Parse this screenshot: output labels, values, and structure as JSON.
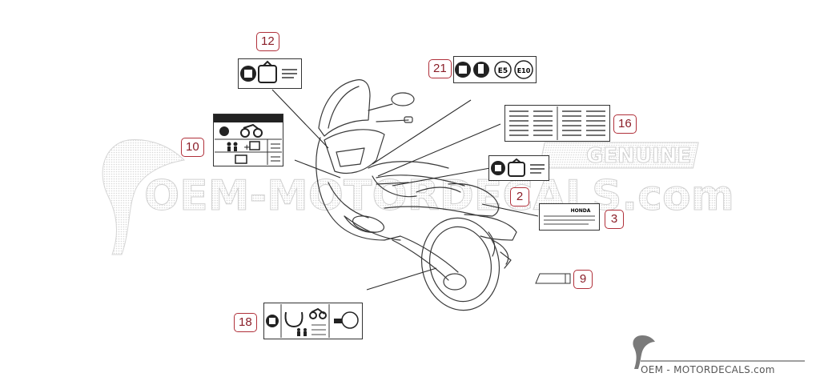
{
  "watermark": {
    "text": "OEM-MOTORDECALS.com",
    "badge": "GENUINE",
    "footer": "OEM - MOTORDECALS.com"
  },
  "callouts": {
    "c12": "12",
    "c21": "21",
    "c16": "16",
    "c10": "10",
    "c2": "2",
    "c3": "3",
    "c9": "9",
    "c18": "18"
  },
  "labels": {
    "honda_brand": "HONDA",
    "fuel_e5": "E5",
    "fuel_e10": "E10"
  },
  "colors": {
    "callout_border": "#b0303a",
    "callout_text": "#8a1e28",
    "line_art": "#3a3a3a"
  }
}
